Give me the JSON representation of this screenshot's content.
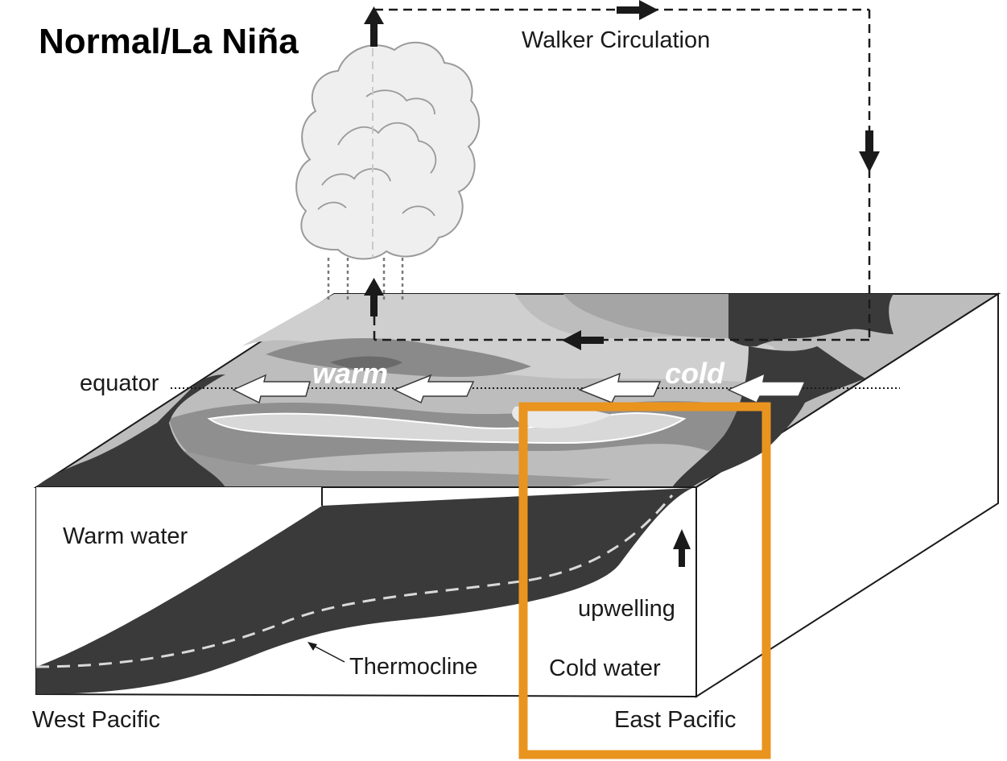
{
  "title": "Normal/La Niña",
  "labels": {
    "walker_circulation": "Walker Circulation",
    "equator": "equator",
    "warm": "warm",
    "cold": "cold",
    "warm_water": "Warm water",
    "cold_water": "Cold water",
    "upwelling": "upwelling",
    "thermocline": "Thermocline",
    "west_pacific": "West Pacific",
    "east_pacific": "East Pacific"
  },
  "colors": {
    "highlight_box": "#E8941F",
    "dark_ocean": "#3a3a3a",
    "mid_ocean": "#7a7a7a",
    "light_ocean": "#bdbdbd",
    "pale_ocean": "#e0e0e0",
    "cloud_fill": "#efefef",
    "cloud_stroke": "#9a9a9a"
  }
}
